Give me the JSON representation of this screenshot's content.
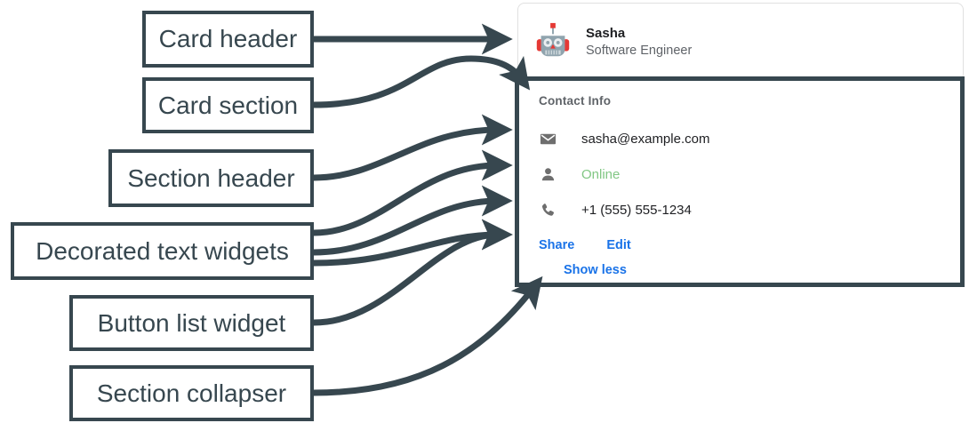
{
  "annotations": [
    {
      "id": "card-header",
      "label": "Card header"
    },
    {
      "id": "card-section",
      "label": "Card section"
    },
    {
      "id": "section-header",
      "label": "Section header"
    },
    {
      "id": "decorated-text",
      "label": "Decorated text widgets"
    },
    {
      "id": "button-list",
      "label": "Button list widget"
    },
    {
      "id": "section-collapser",
      "label": "Section collapser"
    }
  ],
  "card": {
    "header": {
      "avatar_icon": "robot-avatar-icon",
      "title": "Sasha",
      "subtitle": "Software Engineer"
    },
    "section": {
      "header": "Contact Info",
      "rows": [
        {
          "icon": "envelope-icon",
          "text": "sasha@example.com",
          "style": "default"
        },
        {
          "icon": "person-icon",
          "text": "Online",
          "style": "online"
        },
        {
          "icon": "phone-icon",
          "text": "+1 (555) 555-1234",
          "style": "default"
        }
      ],
      "buttons": [
        {
          "label": "Share"
        },
        {
          "label": "Edit"
        }
      ],
      "collapser": {
        "label": "Show less"
      }
    }
  },
  "colors": {
    "annotation_stroke": "#37474f",
    "link_blue": "#1a73e8",
    "online_green": "#81c784",
    "icon_grey": "#6e6e6e",
    "card_border": "#e0e0e0",
    "subtitle_grey": "#5f6368"
  }
}
